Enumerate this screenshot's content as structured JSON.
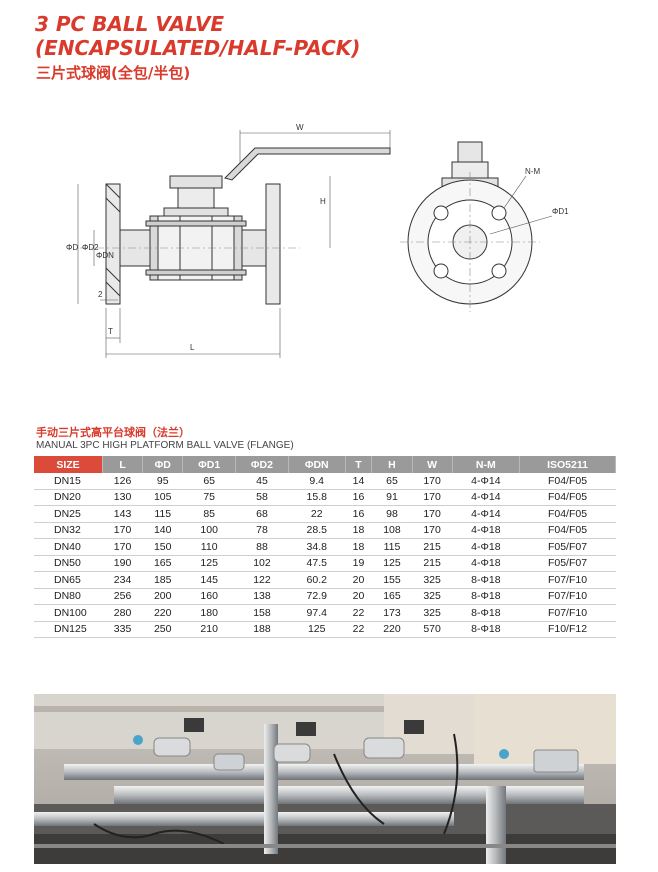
{
  "title": {
    "line1": "3 PC BALL VALVE",
    "line2": "(ENCAPSULATED/HALF-PACK)",
    "cn": "三片式球阀(全包/半包)"
  },
  "drawing": {
    "labels": {
      "w": "W",
      "h": "H",
      "l": "L",
      "t": "T",
      "od": "ΦD",
      "od2": "ΦD2",
      "odn": "ΦDN",
      "two": "2",
      "nm": "N-M",
      "od1": "ΦD1"
    }
  },
  "table": {
    "caption_cn": "手动三片式高平台球阀（法兰）",
    "caption_en": "MANUAL 3PC HIGH PLATFORM BALL VALVE (FLANGE)",
    "headers": [
      "SIZE",
      "L",
      "ΦD",
      "ΦD1",
      "ΦD2",
      "ΦDN",
      "T",
      "H",
      "W",
      "N-M",
      "ISO5211"
    ],
    "rows": [
      [
        "DN15",
        "126",
        "95",
        "65",
        "45",
        "9.4",
        "14",
        "65",
        "170",
        "4-Φ14",
        "F04/F05"
      ],
      [
        "DN20",
        "130",
        "105",
        "75",
        "58",
        "15.8",
        "16",
        "91",
        "170",
        "4-Φ14",
        "F04/F05"
      ],
      [
        "DN25",
        "143",
        "115",
        "85",
        "68",
        "22",
        "16",
        "98",
        "170",
        "4-Φ14",
        "F04/F05"
      ],
      [
        "DN32",
        "170",
        "140",
        "100",
        "78",
        "28.5",
        "18",
        "108",
        "170",
        "4-Φ18",
        "F04/F05"
      ],
      [
        "DN40",
        "170",
        "150",
        "110",
        "88",
        "34.8",
        "18",
        "115",
        "215",
        "4-Φ18",
        "F05/F07"
      ],
      [
        "DN50",
        "190",
        "165",
        "125",
        "102",
        "47.5",
        "19",
        "125",
        "215",
        "4-Φ18",
        "F05/F07"
      ],
      [
        "DN65",
        "234",
        "185",
        "145",
        "122",
        "60.2",
        "20",
        "155",
        "325",
        "8-Φ18",
        "F07/F10"
      ],
      [
        "DN80",
        "256",
        "200",
        "160",
        "138",
        "72.9",
        "20",
        "165",
        "325",
        "8-Φ18",
        "F07/F10"
      ],
      [
        "DN100",
        "280",
        "220",
        "180",
        "158",
        "97.4",
        "22",
        "173",
        "325",
        "8-Φ18",
        "F07/F10"
      ],
      [
        "DN125",
        "335",
        "250",
        "210",
        "188",
        "125",
        "22",
        "220",
        "570",
        "8-Φ18",
        "F10/F12"
      ]
    ]
  },
  "colors": {
    "accent": "#d93a2b",
    "header_gray": "#9a9a9a",
    "size_header": "#dc4a3a"
  }
}
